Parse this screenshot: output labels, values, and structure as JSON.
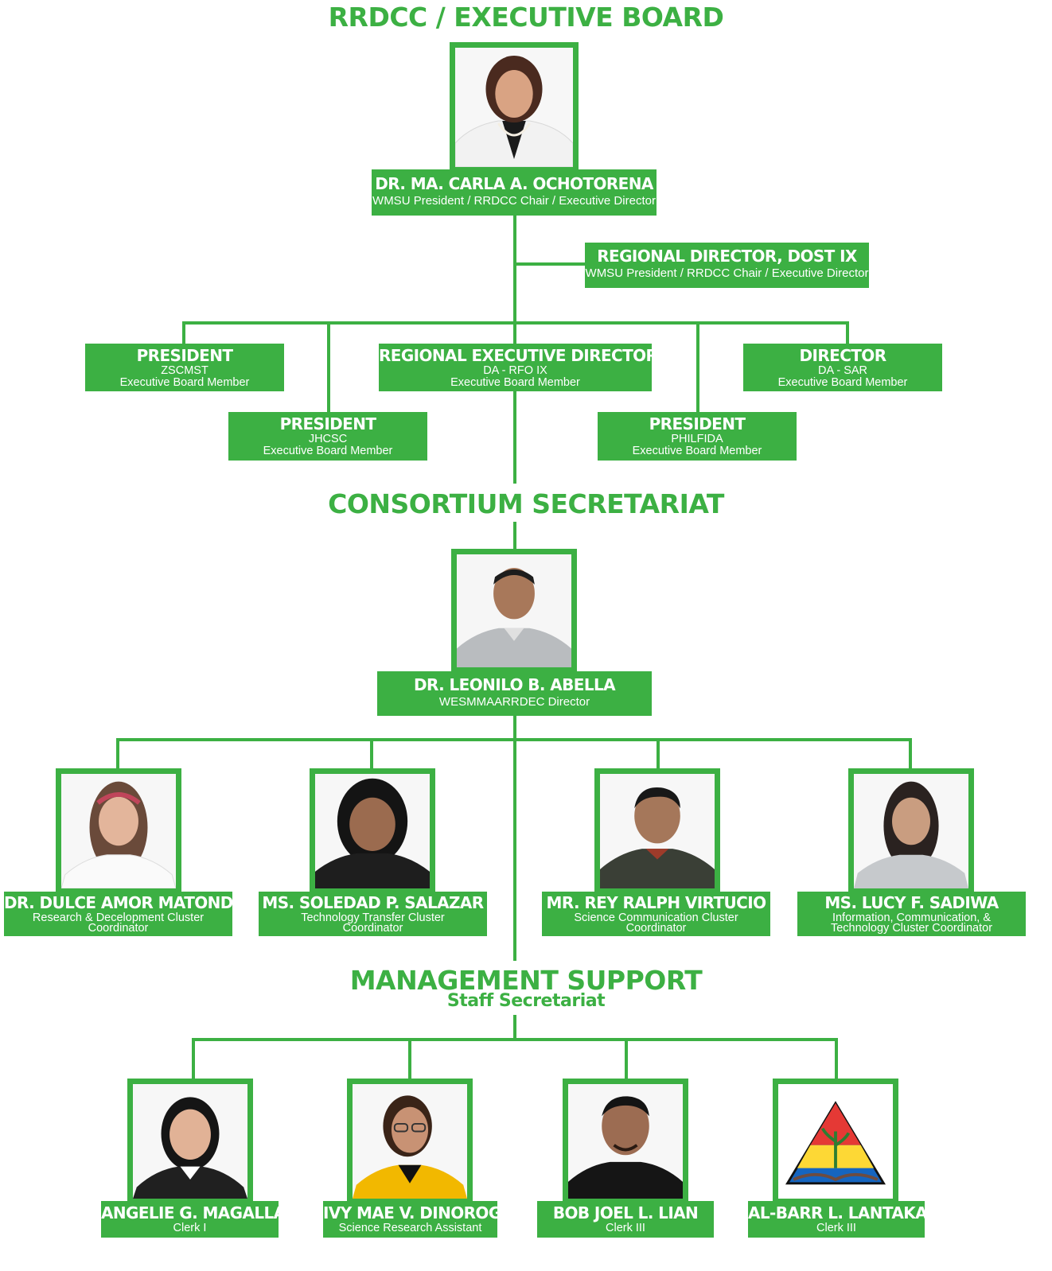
{
  "headings": {
    "board": "RRDCC / EXECUTIVE BOARD",
    "secretariat": "CONSORTIUM SECRETARIAT",
    "management": "MANAGEMENT SUPPORT",
    "management_sub": "Staff Secretariat"
  },
  "chair": {
    "name": "DR. MA. CARLA A. OCHOTORENA",
    "role": "WMSU President / RRDCC Chair / Executive Director"
  },
  "regional_director": {
    "name": "REGIONAL DIRECTOR, DOST IX",
    "role": "WMSU President / RRDCC Chair / Executive Director"
  },
  "board_members": [
    {
      "title": "PRESIDENT",
      "org": "ZSCMST",
      "role": "Executive Board Member"
    },
    {
      "title": "REGIONAL EXECUTIVE DIRECTOR",
      "org": "DA - RFO IX",
      "role": "Executive Board Member"
    },
    {
      "title": "DIRECTOR",
      "org": "DA - SAR",
      "role": "Executive Board Member"
    },
    {
      "title": "PRESIDENT",
      "org": "JHCSC",
      "role": "Executive Board Member"
    },
    {
      "title": "PRESIDENT",
      "org": "PHILFIDA",
      "role": "Executive Board Member"
    }
  ],
  "secretariat_head": {
    "name": "DR. LEONILO B. ABELLA",
    "role": "WESMMAARRDEC Director"
  },
  "coordinators": [
    {
      "name": "DR. DULCE AMOR MATONDO",
      "role1": "Research & Decelopment Cluster",
      "role2": "Coordinator"
    },
    {
      "name": "MS. SOLEDAD P. SALAZAR",
      "role1": "Technology Transfer Cluster",
      "role2": "Coordinator"
    },
    {
      "name": "MR. REY RALPH VIRTUCIO",
      "role1": "Science Communication Cluster",
      "role2": "Coordinator"
    },
    {
      "name": "MS. LUCY F. SADIWA",
      "role1": "Information, Communication, &",
      "role2": "Technology Cluster Coordinator"
    }
  ],
  "staff": [
    {
      "name": "ANGELIE G. MAGALLANES",
      "role": "Clerk I"
    },
    {
      "name": "IVY MAE V. DINOROG",
      "role": "Science  Research Assistant"
    },
    {
      "name": "BOB JOEL L. LIAN",
      "role": "Clerk III"
    },
    {
      "name": "AL-BARR L. LANTAKA",
      "role": "Clerk III"
    }
  ],
  "colors": {
    "accent": "#3cb043",
    "text_on_accent": "#ffffff"
  }
}
